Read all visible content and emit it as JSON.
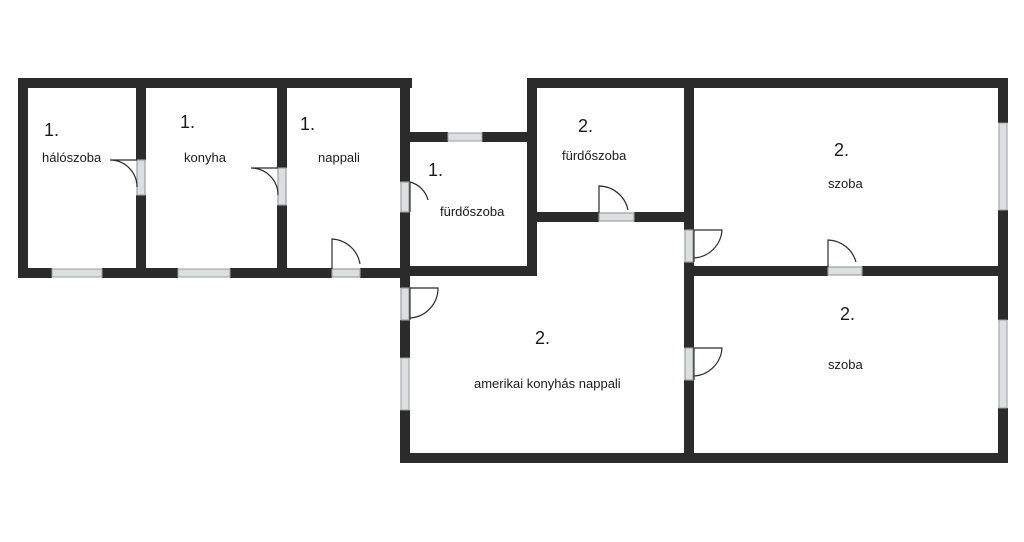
{
  "rooms": [
    {
      "id": "r1",
      "number": "1.",
      "name": "hálószoba"
    },
    {
      "id": "r2",
      "number": "1.",
      "name": "konyha"
    },
    {
      "id": "r3",
      "number": "1.",
      "name": "nappali"
    },
    {
      "id": "r4",
      "number": "1.",
      "name": "fürdőszoba"
    },
    {
      "id": "r5",
      "number": "2.",
      "name": "fürdőszoba"
    },
    {
      "id": "r6",
      "number": "2.",
      "name": "szoba"
    },
    {
      "id": "r7",
      "number": "2.",
      "name": "amerikai konyhás nappali"
    },
    {
      "id": "r8",
      "number": "2.",
      "name": "szoba"
    }
  ],
  "colors": {
    "wall": "#2b2b2b",
    "window": "#cfd3d3",
    "door": "#2b2b2b",
    "background": "#ffffff"
  }
}
